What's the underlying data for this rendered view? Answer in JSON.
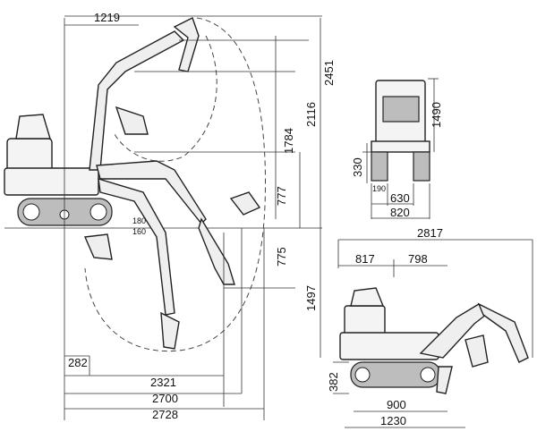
{
  "side_view": {
    "dims": {
      "reach_top": "1219",
      "h_max": "2451",
      "h_dump": "2116",
      "h_pin": "1784",
      "upper_bucket": "777",
      "lower_bucket": "775",
      "dig_depth": "1497",
      "blade_h1": "180",
      "blade_h2": "160",
      "ground_offset": "282",
      "w_2321": "2321",
      "w_2700": "2700",
      "w_2728": "2728"
    }
  },
  "front_view": {
    "dims": {
      "height": "1490",
      "ground_clearance": "330",
      "shoe": "190",
      "track_inner": "630",
      "track_outer": "820"
    }
  },
  "transport_view": {
    "dims": {
      "length": "2817",
      "front": "817",
      "rear": "798",
      "height": "382",
      "track_len": "900",
      "overall": "1230"
    }
  }
}
